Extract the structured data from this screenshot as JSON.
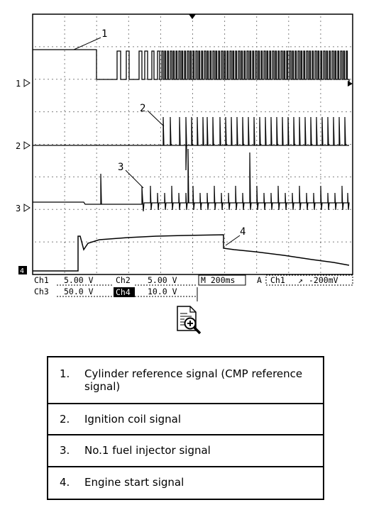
{
  "scope": {
    "channel_markers": [
      "1",
      "2",
      "3",
      "4"
    ],
    "callouts": [
      "1",
      "2",
      "3",
      "4"
    ],
    "readout": {
      "ch1_label": "Ch1",
      "ch1_value": "5.00 V",
      "ch2_label": "Ch2",
      "ch2_value": "5.00 V",
      "ch3_label": "Ch3",
      "ch3_value": "50.0 V",
      "ch4_label": "Ch4",
      "ch4_value": "10.0 V",
      "timebase": "M 200ms",
      "trigger_mode": "A",
      "trigger_source": "Ch1",
      "trigger_slope": "↗",
      "trigger_level": "-200mV"
    }
  },
  "legend": {
    "items": [
      {
        "num": "1.",
        "text": "Cylinder reference signal (CMP reference signal)"
      },
      {
        "num": "2.",
        "text": "Ignition coil signal"
      },
      {
        "num": "3.",
        "text": "No.1 fuel injector signal"
      },
      {
        "num": "4.",
        "text": "Engine start signal"
      }
    ]
  },
  "icons": {
    "zoom": "zoom-document-icon"
  }
}
